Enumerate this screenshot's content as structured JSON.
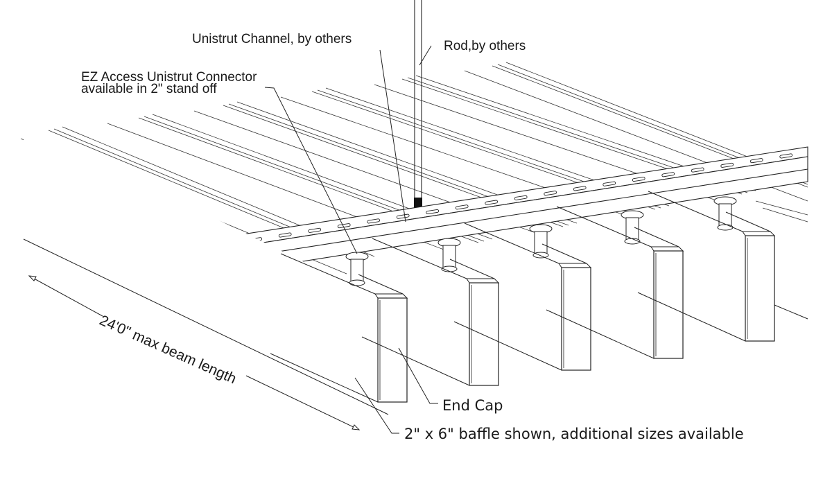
{
  "labels": {
    "unistrut_channel": "Unistrut Channel, by others",
    "rod": "Rod,by others",
    "connector_line1": "EZ Access Unistrut Connector",
    "connector_line2": "available in 2\" stand off",
    "end_cap": "End Cap",
    "baffle": "2\" x 6\" baffle shown, additional sizes available",
    "dimension": "24'0\" max beam length"
  },
  "colors": {
    "line": "#222222",
    "background": "#ffffff"
  }
}
